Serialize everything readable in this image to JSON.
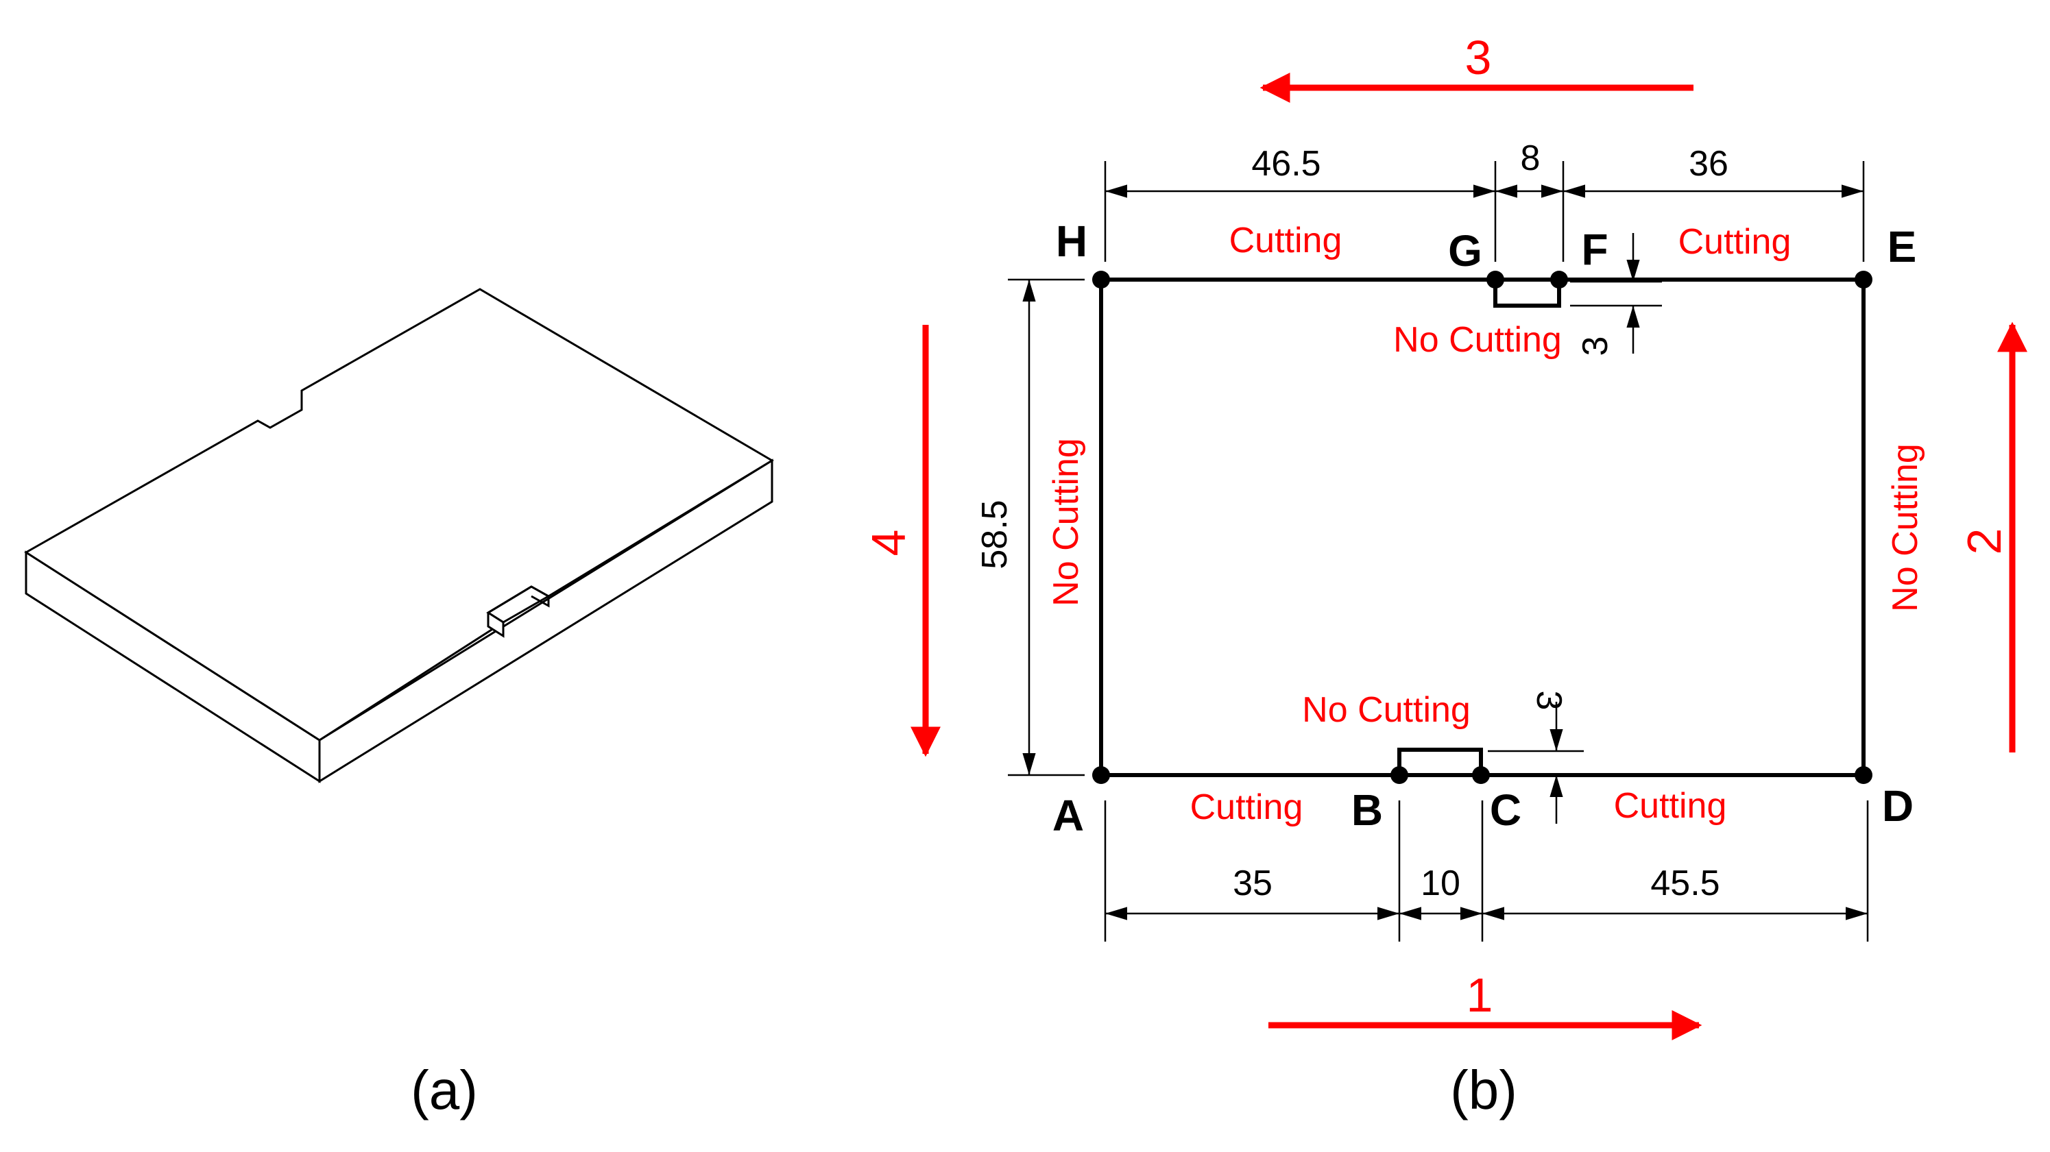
{
  "panel_a": {
    "caption": "(a)"
  },
  "panel_b": {
    "caption": "(b)",
    "points": {
      "A": "A",
      "B": "B",
      "C": "C",
      "D": "D",
      "E": "E",
      "F": "F",
      "G": "G",
      "H": "H"
    },
    "dimensions": {
      "AB": "35",
      "BC": "10",
      "CD": "45.5",
      "HG": "46.5",
      "GF": "8",
      "FE": "36",
      "height": "58.5",
      "notch_bottom_depth": "3",
      "notch_top_depth": "3"
    },
    "edge_labels": {
      "bottom_left": "Cutting",
      "bottom_right": "Cutting",
      "bottom_notch": "No Cutting",
      "top_left": "Cutting",
      "top_right": "Cutting",
      "top_notch": "No Cutting",
      "left": "No Cutting",
      "right": "No Cutting"
    },
    "cut_directions": {
      "bottom": "1",
      "right": "2",
      "top": "3",
      "left": "4"
    },
    "colors": {
      "cut_annotation": "#ff0000",
      "outline": "#000000"
    }
  }
}
